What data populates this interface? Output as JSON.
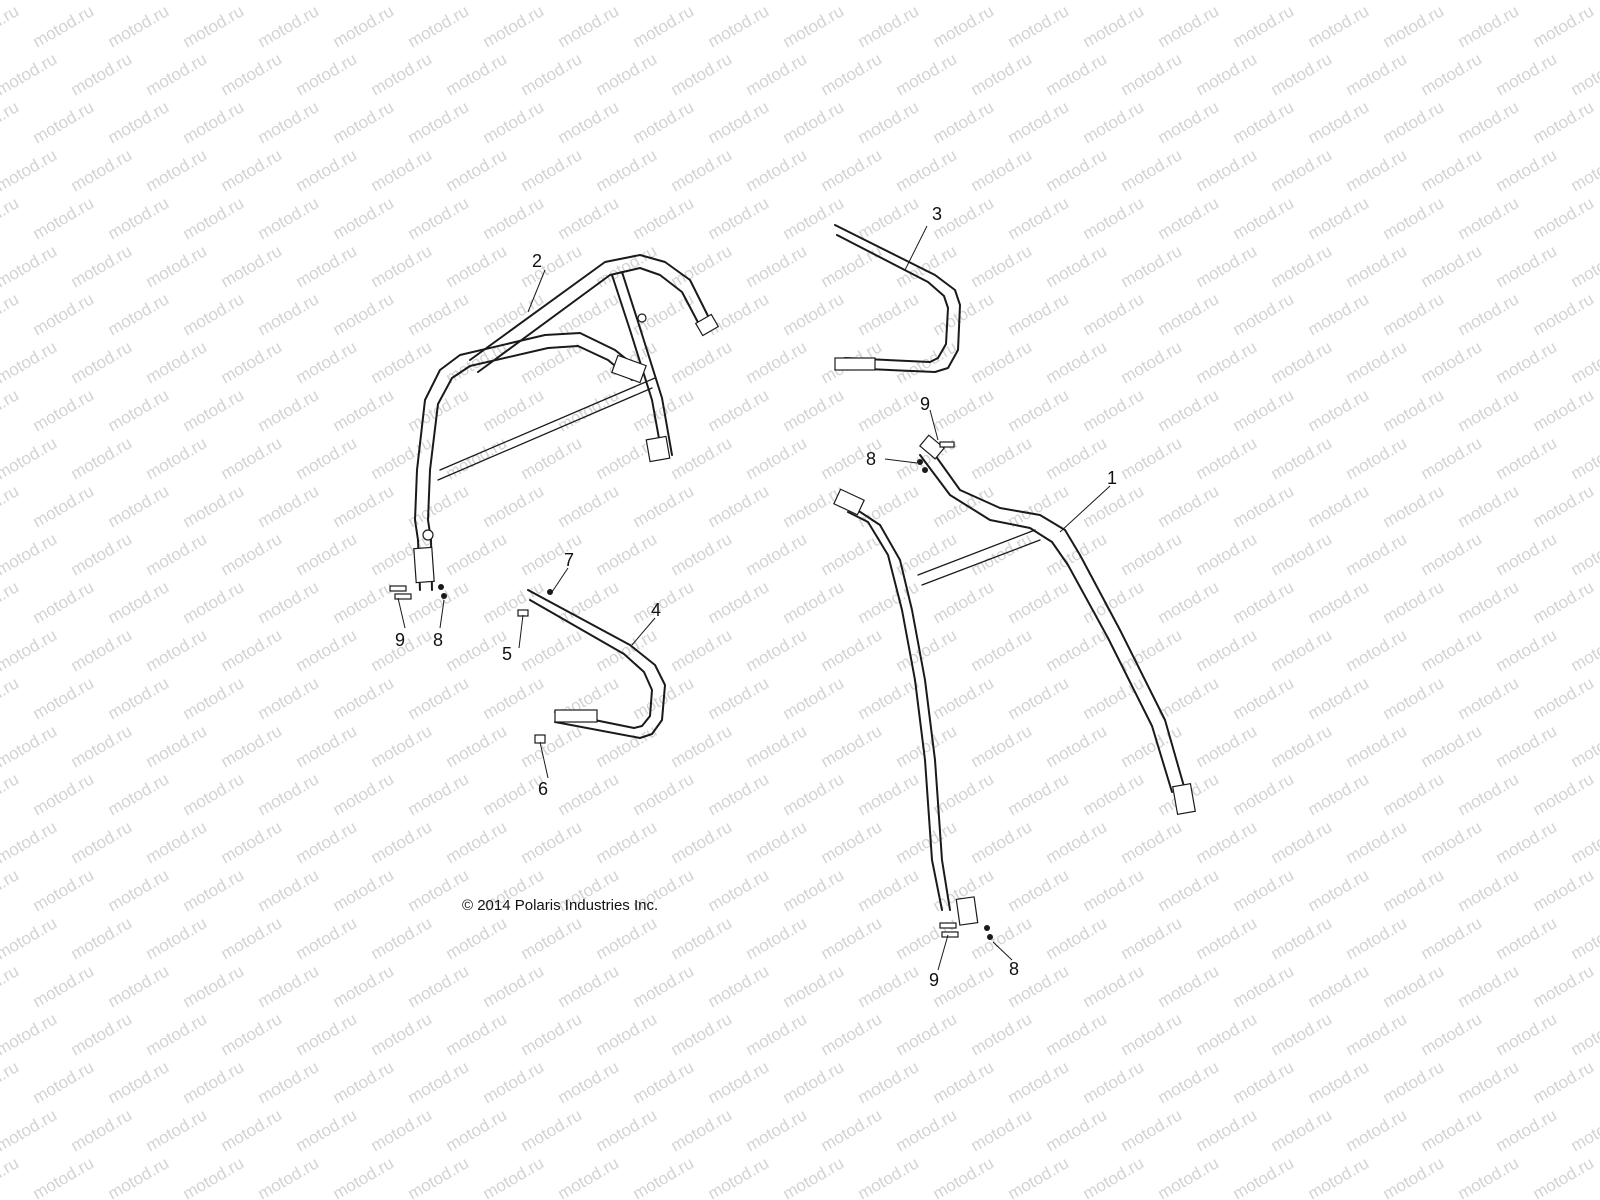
{
  "watermark": {
    "text": "motod.ru"
  },
  "copyright": "© 2014 Polaris Industries Inc.",
  "callouts": [
    {
      "id": "1",
      "label": "1"
    },
    {
      "id": "2",
      "label": "2"
    },
    {
      "id": "3",
      "label": "3"
    },
    {
      "id": "4",
      "label": "4"
    },
    {
      "id": "5",
      "label": "5"
    },
    {
      "id": "6",
      "label": "6"
    },
    {
      "id": "7",
      "label": "7"
    },
    {
      "id": "8a",
      "label": "8"
    },
    {
      "id": "8b",
      "label": "8"
    },
    {
      "id": "8c",
      "label": "8"
    },
    {
      "id": "9a",
      "label": "9"
    },
    {
      "id": "9b",
      "label": "9"
    },
    {
      "id": "9c",
      "label": "9"
    }
  ]
}
